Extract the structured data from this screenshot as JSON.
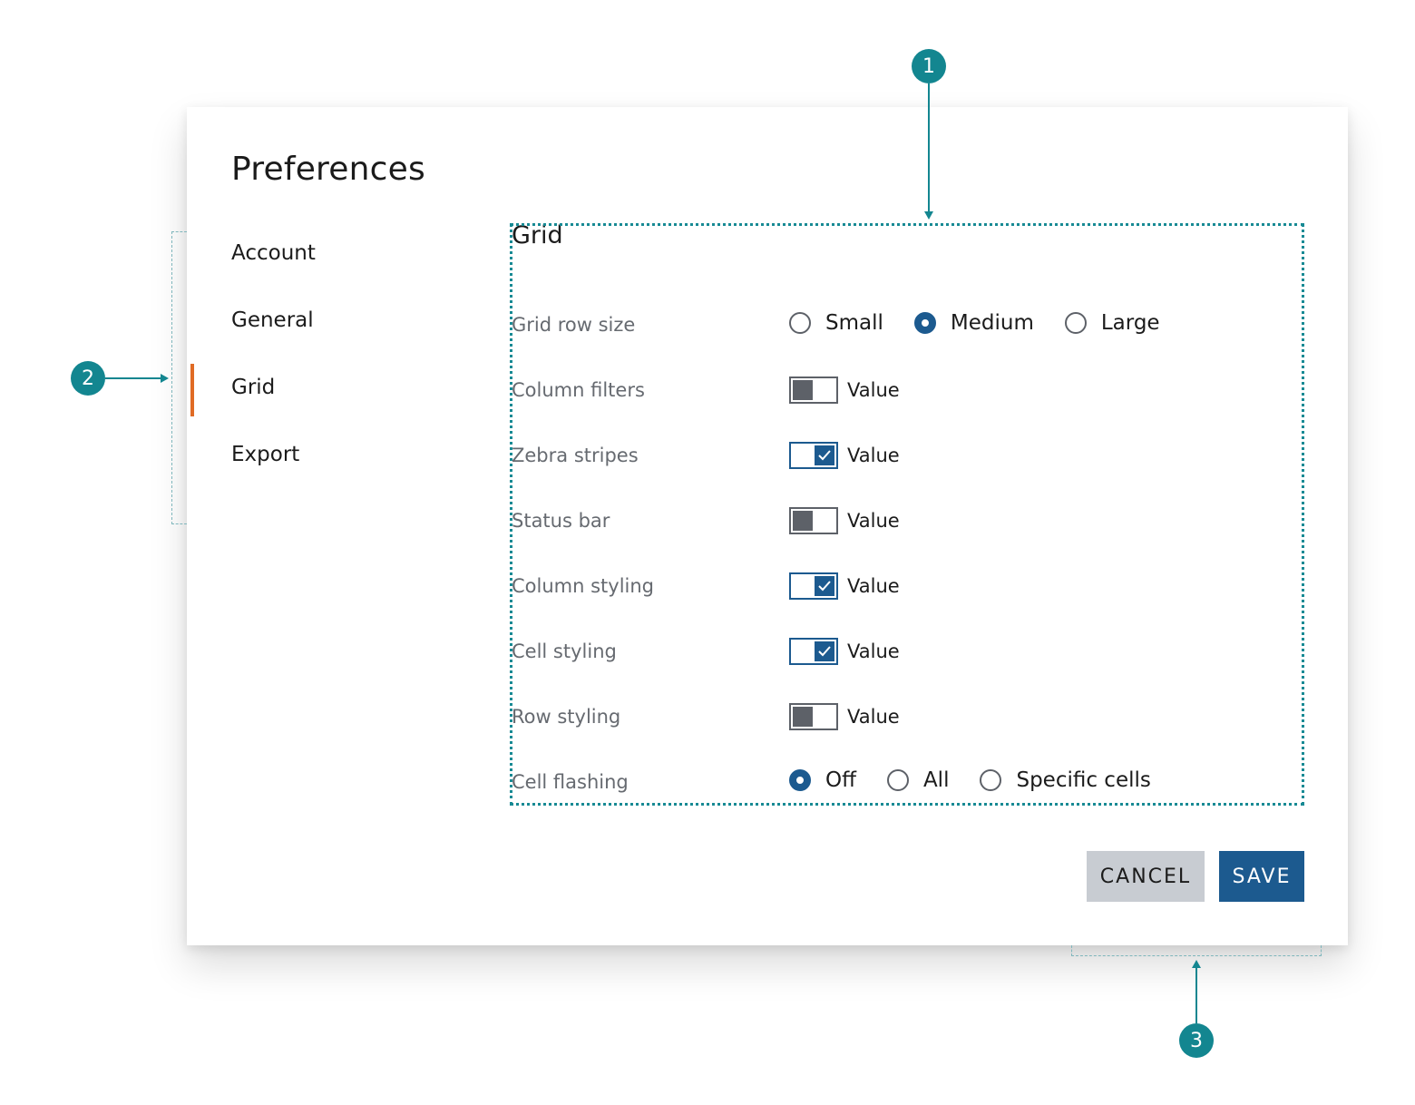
{
  "dialog": {
    "title": "Preferences",
    "nav": [
      "Account",
      "General",
      "Grid",
      "Export"
    ],
    "active_nav": "Grid",
    "accent_color": "#e06b25"
  },
  "section": {
    "title": "Grid",
    "rows": {
      "row_size": {
        "label": "Grid row size",
        "options": [
          "Small",
          "Medium",
          "Large"
        ],
        "selected": "Medium"
      },
      "column_filters": {
        "label": "Column filters",
        "value_label": "Value",
        "checked": false
      },
      "zebra_stripes": {
        "label": "Zebra stripes",
        "value_label": "Value",
        "checked": true
      },
      "status_bar": {
        "label": "Status bar",
        "value_label": "Value",
        "checked": false
      },
      "column_styling": {
        "label": "Column styling",
        "value_label": "Value",
        "checked": true
      },
      "cell_styling": {
        "label": "Cell styling",
        "value_label": "Value",
        "checked": true
      },
      "row_styling": {
        "label": "Row styling",
        "value_label": "Value",
        "checked": false
      },
      "cell_flashing": {
        "label": "Cell flashing",
        "options": [
          "Off",
          "All",
          "Specific cells"
        ],
        "selected": "Off"
      }
    }
  },
  "buttons": {
    "cancel": "CANCEL",
    "save": "SAVE"
  },
  "colors": {
    "primary": "#1c5a8f",
    "secondary_button": "#c8ccd2",
    "annotation": "#138690"
  },
  "annotations": {
    "marker_1": "1",
    "marker_2": "2",
    "marker_3": "3"
  }
}
